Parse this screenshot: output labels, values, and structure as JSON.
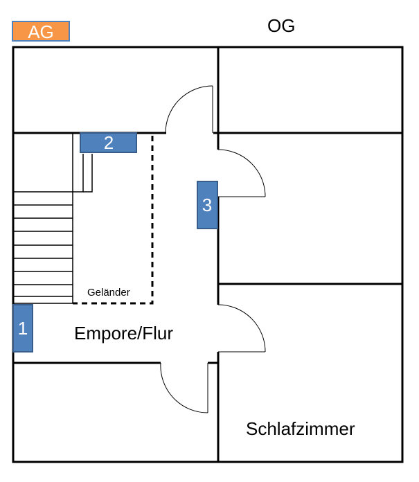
{
  "badge": {
    "label": "AG",
    "color": "#f79646"
  },
  "floor": {
    "label": "OG"
  },
  "markers": [
    {
      "label": "1"
    },
    {
      "label": "2"
    },
    {
      "label": "3"
    }
  ],
  "rooms": {
    "hallway": "Empore/Flur",
    "bedroom": "Schlafzimmer"
  },
  "railing": {
    "label": "Geländer"
  },
  "colors": {
    "marker": "#4f81bd",
    "badge": "#f79646",
    "walls": "#000000"
  }
}
